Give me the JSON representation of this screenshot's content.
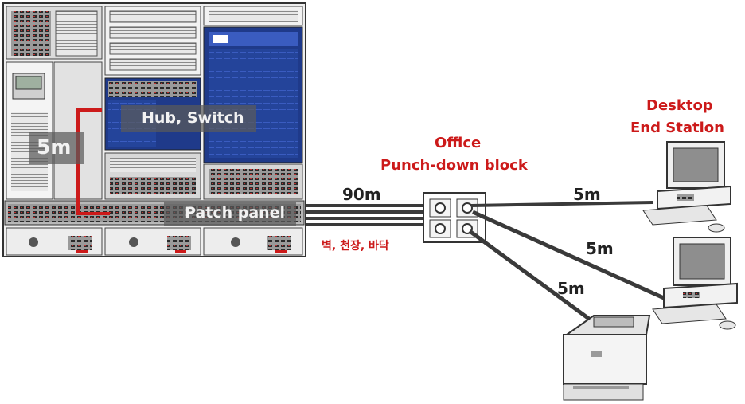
{
  "labels": {
    "hub_switch": "Hub, Switch",
    "rack_cable_length": "5m",
    "patch_panel": "Patch panel",
    "horizontal_cable_length": "90m",
    "routing_note": "벽, 천장, 바닥",
    "office_line1": "Office",
    "office_line2": "Punch-down block",
    "desktop_line1": "Desktop",
    "desktop_line2": "End Station",
    "desktop1_cable_length": "5m",
    "desktop2_cable_length": "5m",
    "printer_cable_length": "5m"
  },
  "colors": {
    "cable": "#3a3a3a",
    "accent_red": "#cc1a1a",
    "rack_blue": "#1f3a8a",
    "label_text": "#222222"
  },
  "icons": [
    "server-rack-icon",
    "punch-down-block-icon",
    "desktop-computer-icon",
    "laser-printer-icon"
  ]
}
